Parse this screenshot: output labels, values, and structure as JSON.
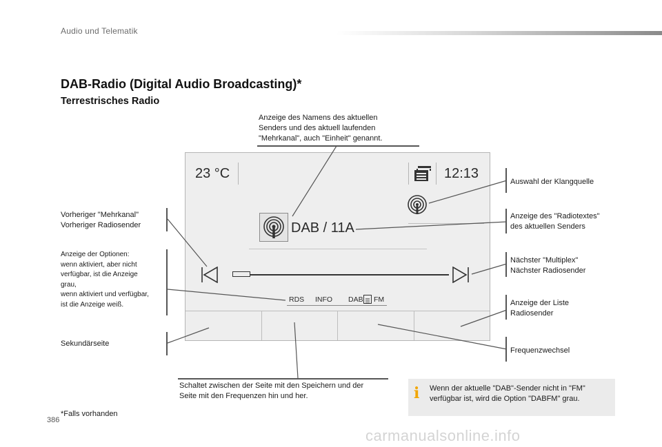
{
  "header": {
    "section_title": "Audio und Telematik"
  },
  "heading": {
    "title": "DAB-Radio (Digital Audio Broadcasting)*",
    "subtitle": "Terrestrisches Radio"
  },
  "screen": {
    "temperature": "23 °C",
    "time": "12:13",
    "station": "DAB / 11A",
    "options": {
      "rds": "RDS",
      "info": "INFO",
      "dab": "DAB",
      "fm": "FM"
    }
  },
  "callouts": {
    "station_name": "Anzeige des Namens des aktuellen\nSenders und des aktuell laufenden\n\"Mehrkanal\", auch \"Einheit\" genannt.",
    "source": "Auswahl der Klangquelle",
    "radiotext": "Anzeige des \"Radiotextes\"\ndes aktuellen Senders",
    "previous": "Vorheriger \"Mehrkanal\"\nVorheriger Radiosender",
    "options": "Anzeige der Optionen:\nwenn aktiviert, aber nicht\nverfügbar, ist die Anzeige\ngrau,\nwenn aktiviert und verfügbar,\nist die Anzeige weiß.",
    "next": "Nächster \"Multiplex\"\nNächster Radiosender",
    "list": "Anzeige der Liste\nRadiosender",
    "secondary": "Sekundärseite",
    "frequency": "Frequenzwechsel",
    "memory_switch": "Schaltet zwischen der Seite mit den Speichern und der\nSeite mit den Frequenzen hin und her."
  },
  "info_note": "Wenn der aktuelle \"DAB\"-Sender nicht in \"FM\"\nverfügbar ist, wird die Option \"DABFM\" grau.",
  "footnote": "*Falls vorhanden",
  "page_number": "386",
  "watermark": "carmanualsonline.info",
  "icons": [
    "radio-wave-icon",
    "playlist-icon",
    "previous-track-icon",
    "next-track-icon",
    "dab-fm-toggle-icon",
    "info-icon"
  ],
  "colors": {
    "info_accent": "#f2a600",
    "screen_bg": "#eeeeee",
    "info_box_bg": "#ebebeb"
  }
}
